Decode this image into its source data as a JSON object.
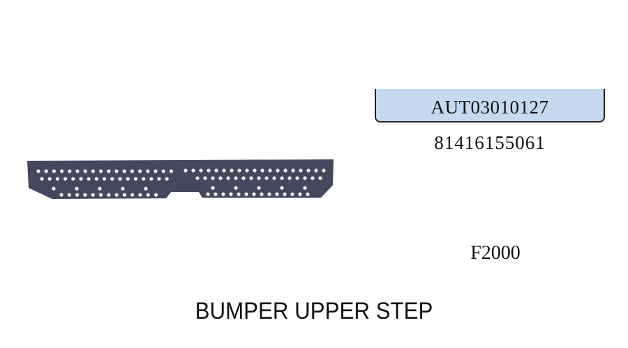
{
  "product": {
    "code": "AUT03010127",
    "oem_number": "81416155061",
    "model": "F2000",
    "name": "BUMPER UPPER STEP"
  },
  "colors": {
    "code_box_fill": "#c6d9f0",
    "part_color": "#45475c"
  }
}
